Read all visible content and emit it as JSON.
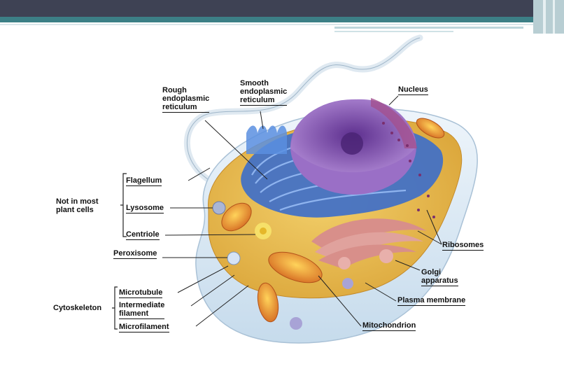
{
  "colors": {
    "title_bar": "#3e4254",
    "accent_bar": "#3c7f86",
    "cytoplasm": "#e7b84a",
    "endoplasmic_reticulum": "#3f6fc8",
    "nucleus": "#8a5bb5",
    "golgi": "#d08a86",
    "mitochondria": "#e8902a",
    "membrane": "#dbe9f4"
  },
  "diagram": {
    "labels": {
      "rough_er_l1": "Rough",
      "rough_er_l2": "endoplasmic",
      "rough_er_l3": "reticulum",
      "smooth_er_l1": "Smooth",
      "smooth_er_l2": "endoplasmic",
      "smooth_er_l3": "reticulum",
      "nucleus": "Nucleus",
      "flagellum": "Flagellum",
      "lysosome": "Lysosome",
      "centriole": "Centriole",
      "not_in_plant_l1": "Not in most",
      "not_in_plant_l2": "plant cells",
      "peroxisome": "Peroxisome",
      "ribosomes": "Ribosomes",
      "golgi_l1": "Golgi",
      "golgi_l2": "apparatus",
      "plasma_membrane": "Plasma membrane",
      "mitochondrion": "Mitochondrion",
      "microtubule": "Microtubule",
      "intermediate_l1": "Intermediate",
      "intermediate_l2": "filament",
      "microfilament": "Microfilament",
      "cytoskeleton": "Cytoskeleton"
    }
  }
}
